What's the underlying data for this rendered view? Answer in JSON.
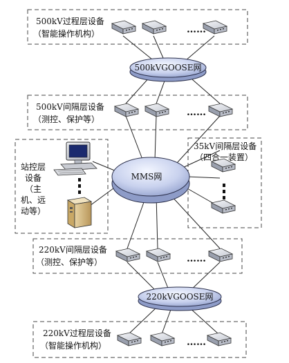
{
  "groups": {
    "process500": {
      "lines": [
        "500kV过程层设备",
        "（智能操作机构）"
      ]
    },
    "bay500": {
      "lines": [
        "500kV间隔层设备",
        "（测控、保护等）"
      ]
    },
    "station": {
      "lines": [
        "站控层",
        "设备",
        "（主",
        "机、远",
        "动等）"
      ]
    },
    "bay35": {
      "lines": [
        "35kV间隔层设备",
        "（四合一装置）"
      ]
    },
    "bay220": {
      "lines": [
        "220kV间隔层设备",
        "（测控、保护等）"
      ]
    },
    "process220": {
      "lines": [
        "220kV过程层设备",
        "（智能操作机构）"
      ]
    }
  },
  "networks": {
    "goose500": "500kVGOOSE网",
    "mms": "MMS网",
    "goose220": "220kVGOOSE网"
  },
  "ellipsis": "……",
  "colors": {
    "hub_fill_light": "#e9eefb",
    "hub_fill_dark": "#a9b6dd",
    "hub_stroke": "#2b2f4a",
    "device_top": "#e6e8ee",
    "device_side": "#9aa0ae",
    "line": "#222222",
    "dash": "#444444"
  }
}
